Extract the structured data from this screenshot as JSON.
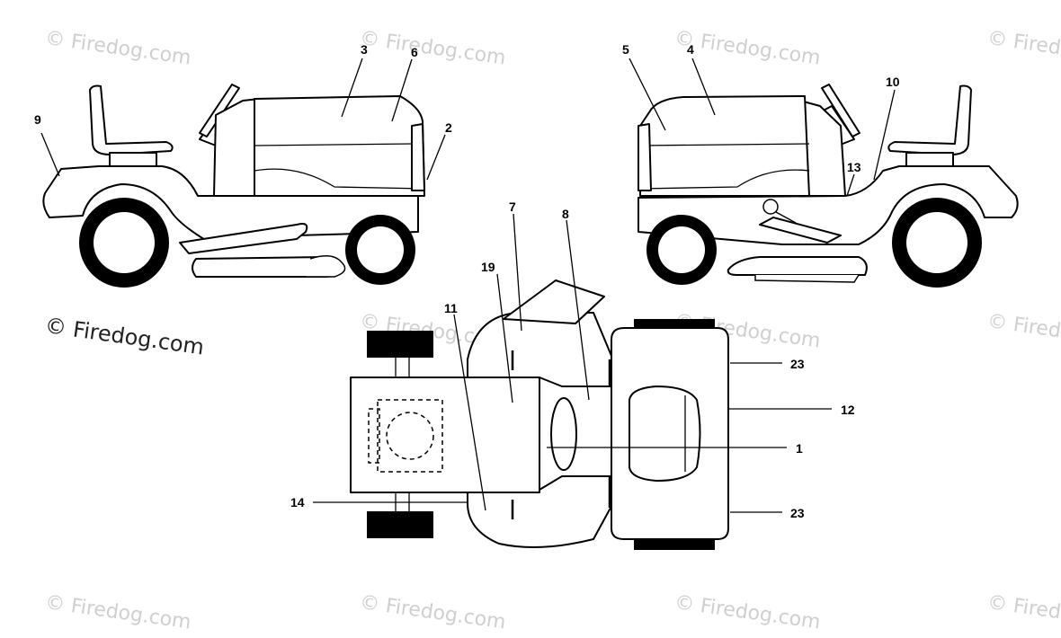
{
  "watermark": {
    "text": "© Firedog.com",
    "main_text": "© Firedog.com"
  },
  "callouts": [
    {
      "id": "c9",
      "label": "9"
    },
    {
      "id": "c3",
      "label": "3"
    },
    {
      "id": "c6",
      "label": "6"
    },
    {
      "id": "c2",
      "label": "2"
    },
    {
      "id": "c5",
      "label": "5"
    },
    {
      "id": "c4",
      "label": "4"
    },
    {
      "id": "c10",
      "label": "10"
    },
    {
      "id": "c13",
      "label": "13"
    },
    {
      "id": "c7",
      "label": "7"
    },
    {
      "id": "c8",
      "label": "8"
    },
    {
      "id": "c19",
      "label": "19"
    },
    {
      "id": "c11",
      "label": "11"
    },
    {
      "id": "c23a",
      "label": "23"
    },
    {
      "id": "c12",
      "label": "12"
    },
    {
      "id": "c1",
      "label": "1"
    },
    {
      "id": "c14",
      "label": "14"
    },
    {
      "id": "c23b",
      "label": "23"
    }
  ],
  "colors": {
    "line": "#000000",
    "watermark": "#cfcfcf",
    "background": "#ffffff"
  }
}
